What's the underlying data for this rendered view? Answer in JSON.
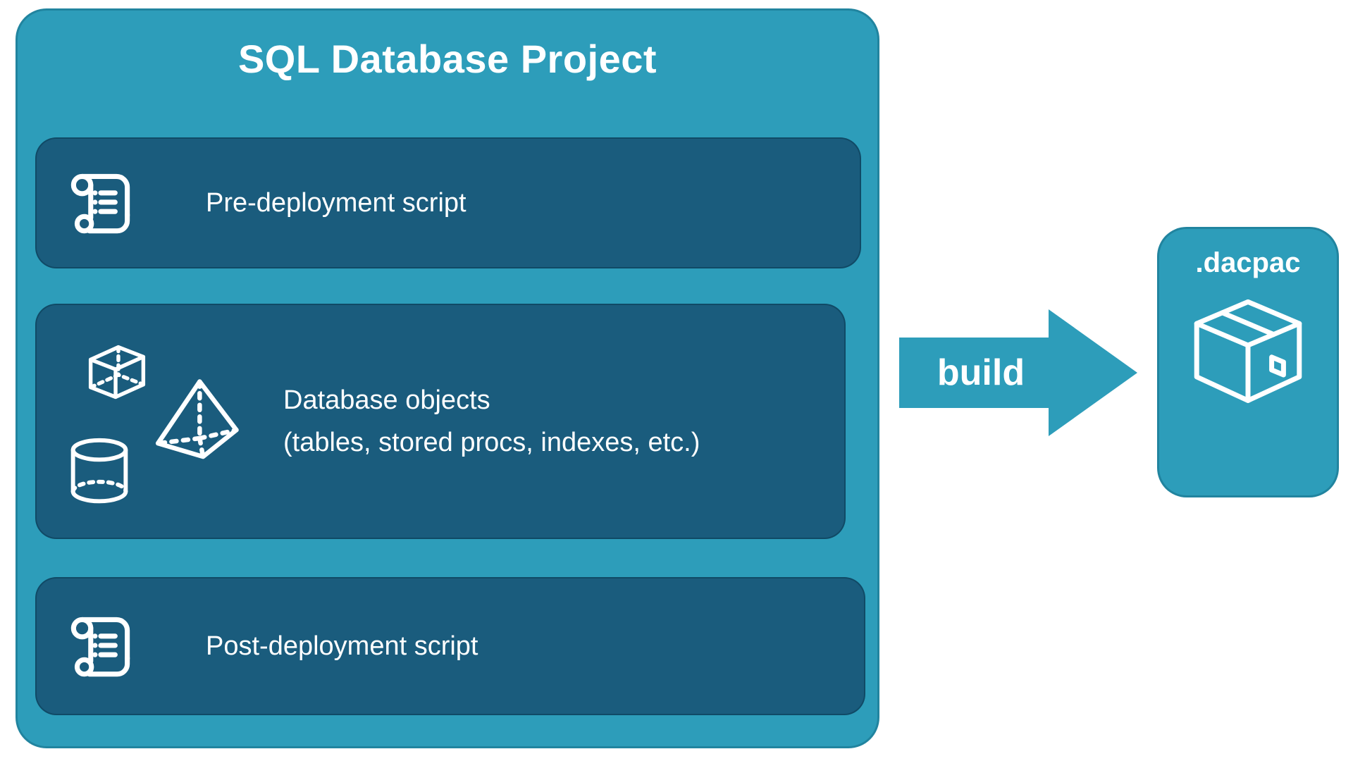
{
  "colors": {
    "teal": "#2D9DBA",
    "dark": "#1A5C7D",
    "text": "#FFFFFF",
    "background": "#FFFFFF"
  },
  "project": {
    "title": "SQL Database Project",
    "pre_script": {
      "label": "Pre-deployment script"
    },
    "objects": {
      "line1": "Database objects",
      "line2": "(tables, stored procs, indexes, etc.)"
    },
    "post_script": {
      "label": "Post-deployment script"
    }
  },
  "build_arrow": {
    "label": "build"
  },
  "dacpac": {
    "label": ".dacpac"
  }
}
